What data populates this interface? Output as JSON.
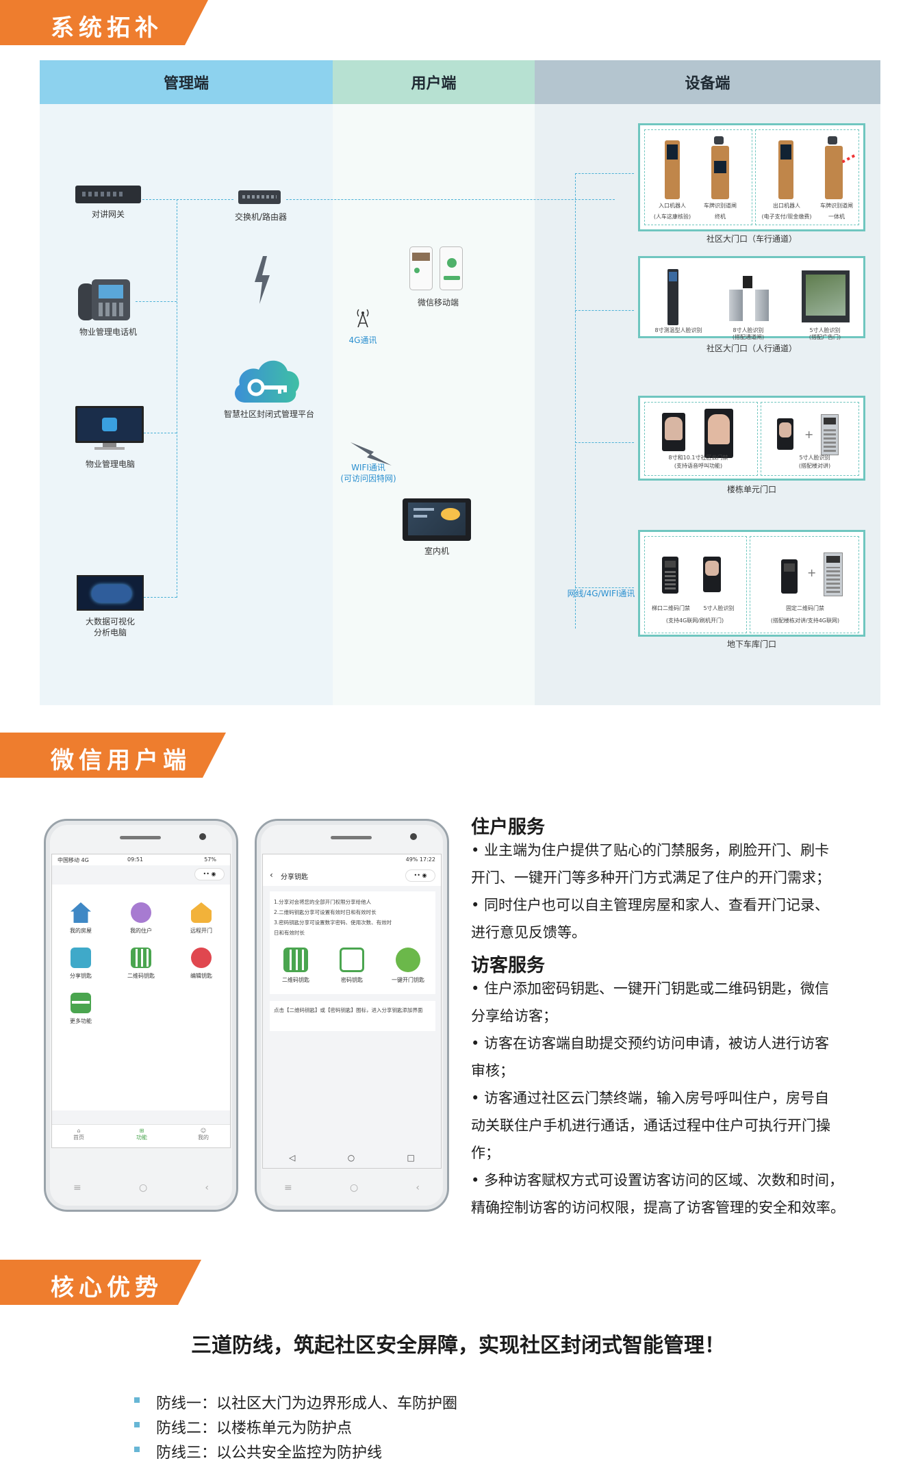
{
  "sections": {
    "topology": "系统拓补",
    "wechat": "微信用户端",
    "advantage": "核心优势"
  },
  "columns": {
    "admin": "管理端",
    "user": "用户端",
    "device": "设备端"
  },
  "admin": {
    "gateway": "对讲网关",
    "switch": "交换机/路由器",
    "phone": "物业管理电话机",
    "platform": "智慧社区封闭式管理平台",
    "pc": "物业管理电脑",
    "bigdata_l1": "大数据可视化",
    "bigdata_l2": "分析电脑"
  },
  "user": {
    "mobile": "微信移动端",
    "comm4g": "4G通讯",
    "wifi_l1": "WIFI通讯",
    "wifi_l2": "(可访问因特网)",
    "indoor": "室内机"
  },
  "device": {
    "network_label": "网线/4G/WIFI通讯",
    "g1": {
      "caption": "社区大门口（车行通道）",
      "a_l1": "入口机器人",
      "a_l2": "(人车这康核验)",
      "b_l1": "车牌识别道闸",
      "b_l2": "终机",
      "c_l1": "出口机器人",
      "c_l2": "(电子支付/现金缴费)",
      "d_l1": "车牌识别道闸",
      "d_l2": "一体机"
    },
    "g2": {
      "caption": "社区大门口（人行通道）",
      "a_l1": "8寸测温型人脸识别",
      "b_l1": "8寸人脸识别",
      "b_l2": "(搭配通道闸)",
      "c_l1": "5寸人脸识别",
      "c_l2": "(搭配广告门)"
    },
    "g3": {
      "caption": "楼栋单元门口",
      "a_l1": "8寸和10.1寸社区云门禁",
      "a_l2": "(支持语音呼叫功能)",
      "b_l1": "5寸人脸识别",
      "b_l2": "(搭配楼对讲)"
    },
    "g4": {
      "caption": "地下车库门口",
      "a_l1": "梯口二维码门禁",
      "a_l1b": "5寸人脸识别",
      "a_l2": "(支持4G联网/刷机开门)",
      "b_l1": "固定二维码门禁",
      "b_l2": "(搭配楼栋对讲/支持4G联网)"
    }
  },
  "phone1": {
    "status_left": "中国移动 4G",
    "status_time": "09:51",
    "status_right": "57%",
    "menu": [
      "我的房屋",
      "我的住户",
      "远程开门",
      "分享钥匙",
      "二维码钥匙",
      "编辑钥匙",
      "更多功能"
    ],
    "tabs": [
      "首页",
      "功能",
      "我的"
    ]
  },
  "phone2": {
    "status_right": "49% 17:22",
    "title": "分享钥匙",
    "notes": [
      "1.分享对会将您的全部开门权限分享给他人",
      "2.二维码钥匙分享可设置有效时日和有效时长",
      "3.密码钥匙分享可设置数字密码、使用次数、有效时",
      "日和有效时长"
    ],
    "keys": [
      "二维码钥匙",
      "密码钥匙",
      "一键开门钥匙"
    ],
    "hint": "点击【二维码钥匙】或【密码钥匙】图标，进入分享钥匙添加界面"
  },
  "services": {
    "resident_title": "住户服务",
    "resident": [
      "• 业主端为住户提供了贴心的门禁服务，刷脸开门、刷卡",
      "开门、一键开门等多种开门方式满足了住户的开门需求；",
      "• 同时住户也可以自主管理房屋和家人、查看开门记录、",
      "进行意见反馈等。"
    ],
    "visitor_title": "访客服务",
    "visitor": [
      "• 住户添加密码钥匙、一键开门钥匙或二维码钥匙，微信",
      "分享给访客；",
      "• 访客在访客端自助提交预约访问申请，被访人进行访客",
      "审核；",
      "• 访客通过社区云门禁终端，输入房号呼叫住户，房号自",
      "动关联住户手机进行通话，通话过程中住户可执行开门操",
      "作；",
      "• 多种访客赋权方式可设置访客访问的区域、次数和时间，",
      "精确控制访客的访问权限，提高了访客管理的安全和效率。"
    ]
  },
  "advantage": {
    "slogan": "三道防线，筑起社区安全屏障，实现社区封闭式智能管理！",
    "lines": [
      "防线一：以社区大门为边界形成人、车防护圈",
      "防线二：以楼栋单元为防护点",
      "防线三：以公共安全监控为防护线"
    ]
  }
}
